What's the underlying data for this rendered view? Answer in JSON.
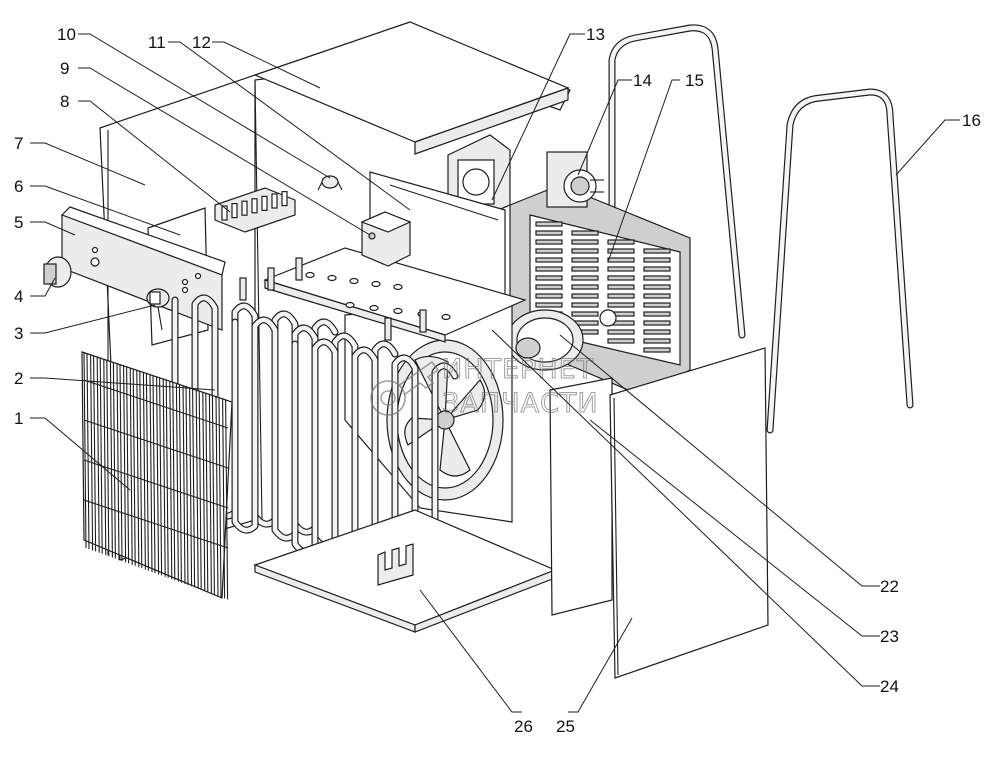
{
  "diagram": {
    "title": "Exploded view of electric fan heater",
    "colors": {
      "line": "#1e1e1e",
      "body": "#ececec",
      "watermark": "#777777"
    }
  },
  "watermark": {
    "line1": "ИНТЕРНЕТ",
    "line2": "ЗАПЧАСТИ",
    "icon": "key-logo-icon"
  },
  "callouts": {
    "c1": "1",
    "c2": "2",
    "c3": "3",
    "c4": "4",
    "c5": "5",
    "c6": "6",
    "c7": "7",
    "c8": "8",
    "c9": "9",
    "c10": "10",
    "c11": "11",
    "c12": "12",
    "c13": "13",
    "c14": "14",
    "c15": "15",
    "c16": "16",
    "c22": "22",
    "c23": "23",
    "c24": "24",
    "c25": "25",
    "c26": "26"
  }
}
